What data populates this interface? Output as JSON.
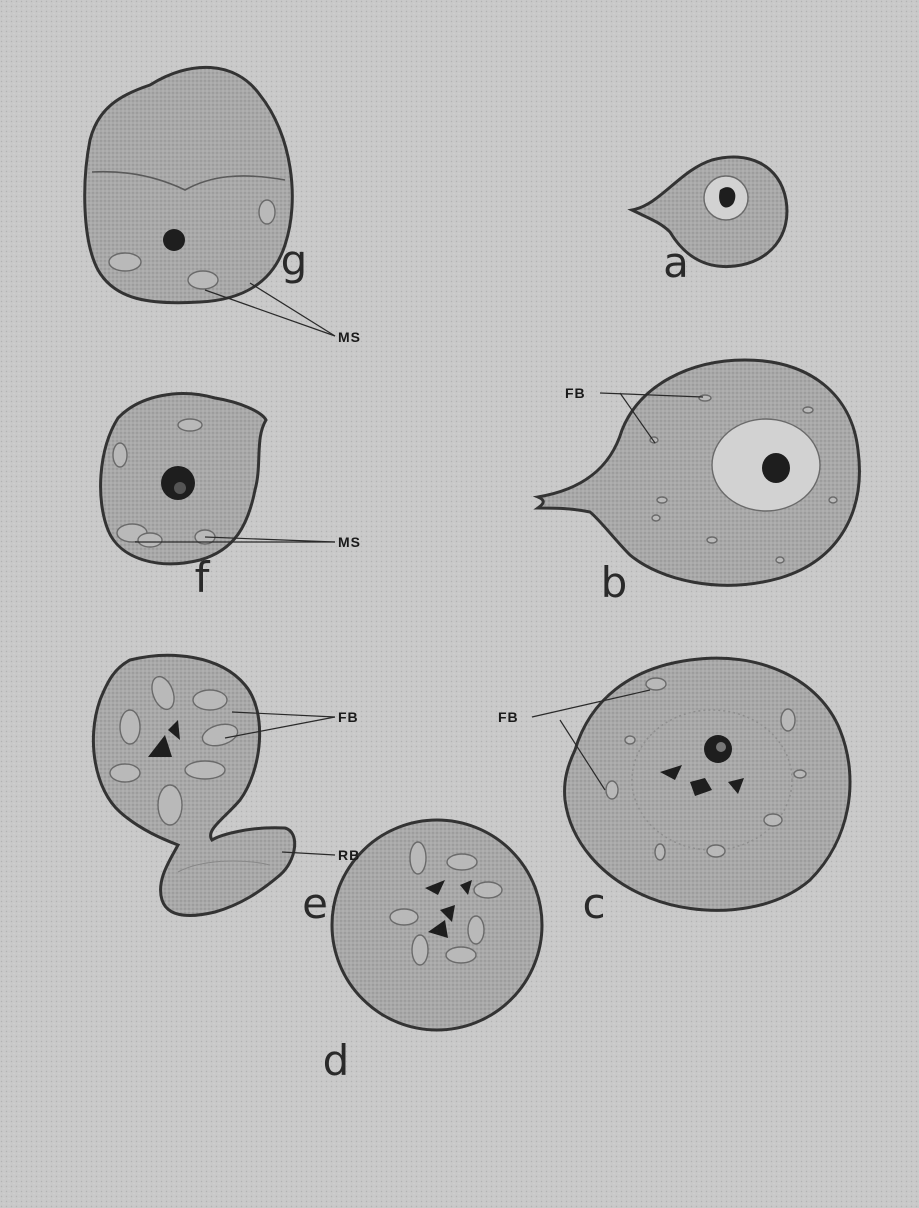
{
  "figure": {
    "panels": [
      {
        "id": "a",
        "letter": "a"
      },
      {
        "id": "b",
        "letter": "b"
      },
      {
        "id": "c",
        "letter": "c"
      },
      {
        "id": "d",
        "letter": "d"
      },
      {
        "id": "e",
        "letter": "e"
      },
      {
        "id": "f",
        "letter": "f"
      },
      {
        "id": "g",
        "letter": "g"
      }
    ],
    "labels": {
      "ms_g": "MS",
      "ms_f": "MS",
      "fb_b": "FB",
      "fb_e": "FB",
      "fb_c": "FB",
      "rb_e": "RB"
    },
    "colors": {
      "background": "#c7c7c7",
      "cell_fill": "#a9a9a9",
      "outline": "#333333",
      "chromatin": "#1e1e1e"
    }
  }
}
